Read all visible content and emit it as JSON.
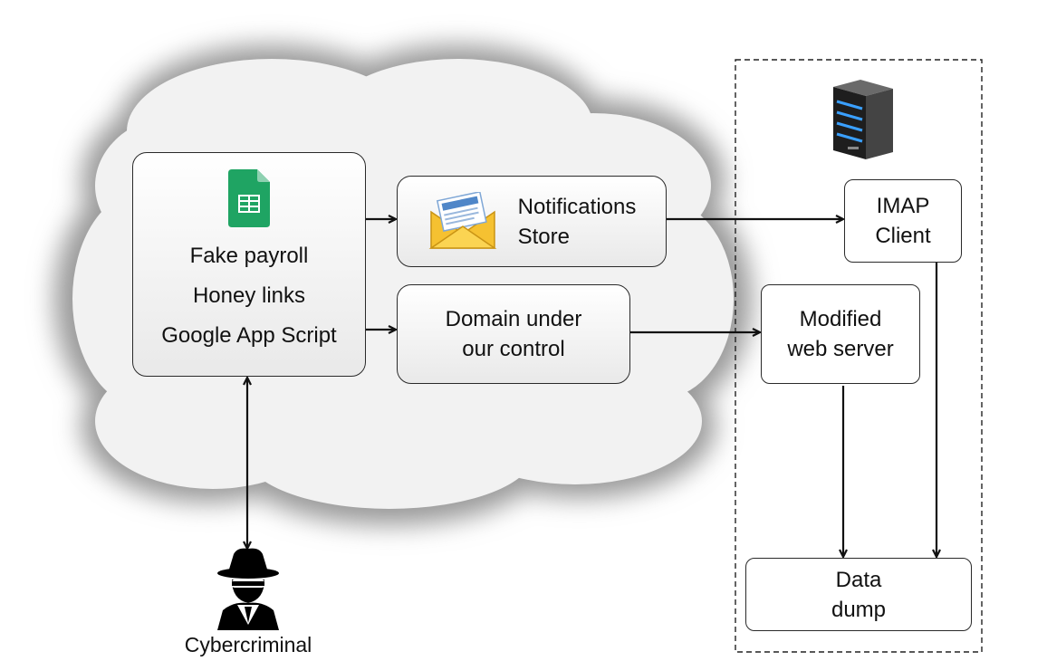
{
  "sheet_box": {
    "lines": [
      "Fake payroll",
      "Honey links",
      "Google App Script"
    ],
    "icon": "google-sheets-icon",
    "icon_color": "#1fa463"
  },
  "notifications_box": {
    "lines": [
      "Notifications",
      "Store"
    ],
    "icon": "envelope-icon"
  },
  "domain_box": {
    "lines": [
      "Domain under",
      "our control"
    ]
  },
  "imap_box": {
    "lines": [
      "IMAP",
      "Client"
    ]
  },
  "webserver_box": {
    "lines": [
      "Modified",
      "web server"
    ]
  },
  "datadump_box": {
    "lines": [
      "Data",
      "dump"
    ]
  },
  "server_icon": "server-rack-icon",
  "attacker": {
    "label": "Cybercriminal",
    "icon": "spy-hat-icon"
  },
  "colors": {
    "cloud": "#f0f0f0",
    "box_border": "#2a2a2a",
    "arrow": "#111111",
    "server_led": "#3aa0ff"
  }
}
